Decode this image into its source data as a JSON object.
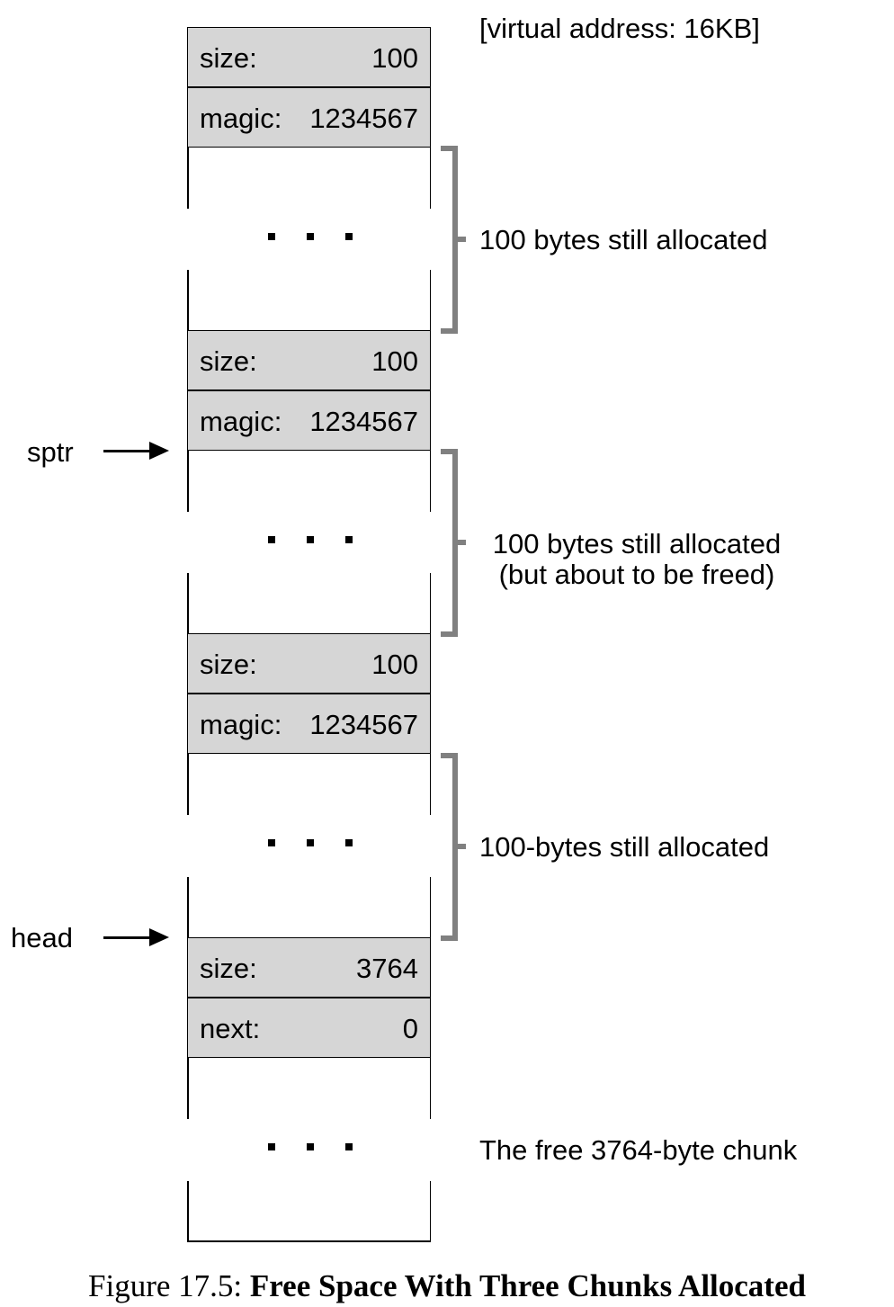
{
  "address_label": "[virtual address: 16KB]",
  "chunks": [
    {
      "header": [
        {
          "key": "size:",
          "value": "100"
        },
        {
          "key": "magic:",
          "value": "1234567"
        }
      ],
      "region_label": [
        "100 bytes still allocated"
      ]
    },
    {
      "header": [
        {
          "key": "size:",
          "value": "100"
        },
        {
          "key": "magic:",
          "value": "1234567"
        }
      ],
      "region_label": [
        "100 bytes still allocated",
        "(but about to be freed)"
      ]
    },
    {
      "header": [
        {
          "key": "size:",
          "value": "100"
        },
        {
          "key": "magic:",
          "value": "1234567"
        }
      ],
      "region_label": [
        "100-bytes still allocated"
      ]
    },
    {
      "header": [
        {
          "key": "size:",
          "value": "3764"
        },
        {
          "key": "next:",
          "value": "0"
        }
      ],
      "region_label": [
        "The free 3764-byte chunk"
      ]
    }
  ],
  "pointers": {
    "sptr": "sptr",
    "head": "head"
  },
  "caption": {
    "number": "Figure 17.5:",
    "title": "Free Space With Three Chunks Allocated"
  }
}
